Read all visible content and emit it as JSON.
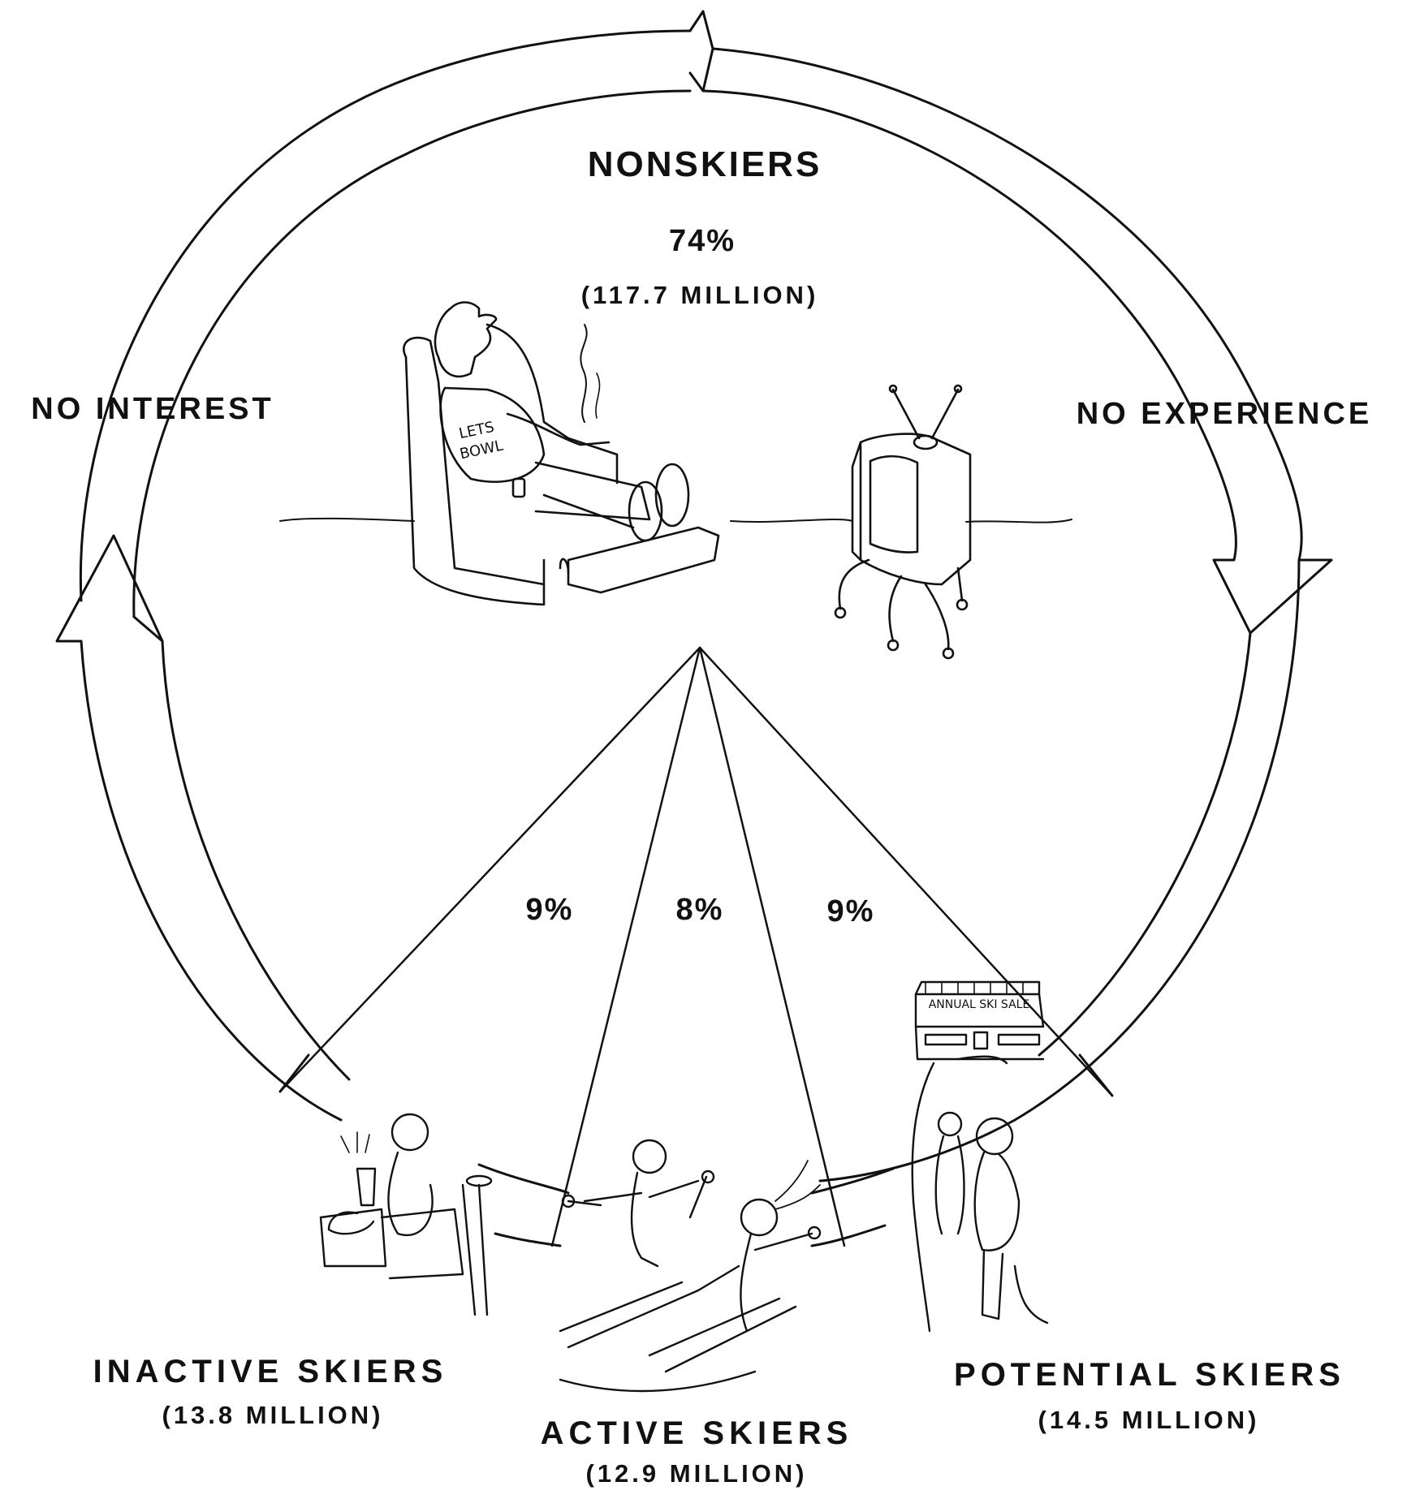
{
  "nonskiers": {
    "title": "NONSKIERS",
    "percent": "74%",
    "count": "(117.7 MILLION)"
  },
  "arrows": {
    "left_label": "NO INTEREST",
    "right_label": "NO EXPERIENCE"
  },
  "shares": {
    "inactive": "9%",
    "active": "8%",
    "potential": "9%"
  },
  "groups": {
    "inactive": {
      "label": "INACTIVE  SKIERS",
      "count": "(13.8 MILLION)"
    },
    "active": {
      "label": "ACTIVE  SKIERS",
      "count": "(12.9 MILLION)"
    },
    "potential": {
      "label": "POTENTIAL  SKIERS",
      "count": "(14.5 MILLION)"
    }
  },
  "illustration": {
    "shirt_text": [
      "LETS",
      "BOWL"
    ],
    "store_sign": "ANNUAL SKI SALE"
  },
  "colors": {
    "ink": "#111111",
    "paper": "#ffffff"
  }
}
